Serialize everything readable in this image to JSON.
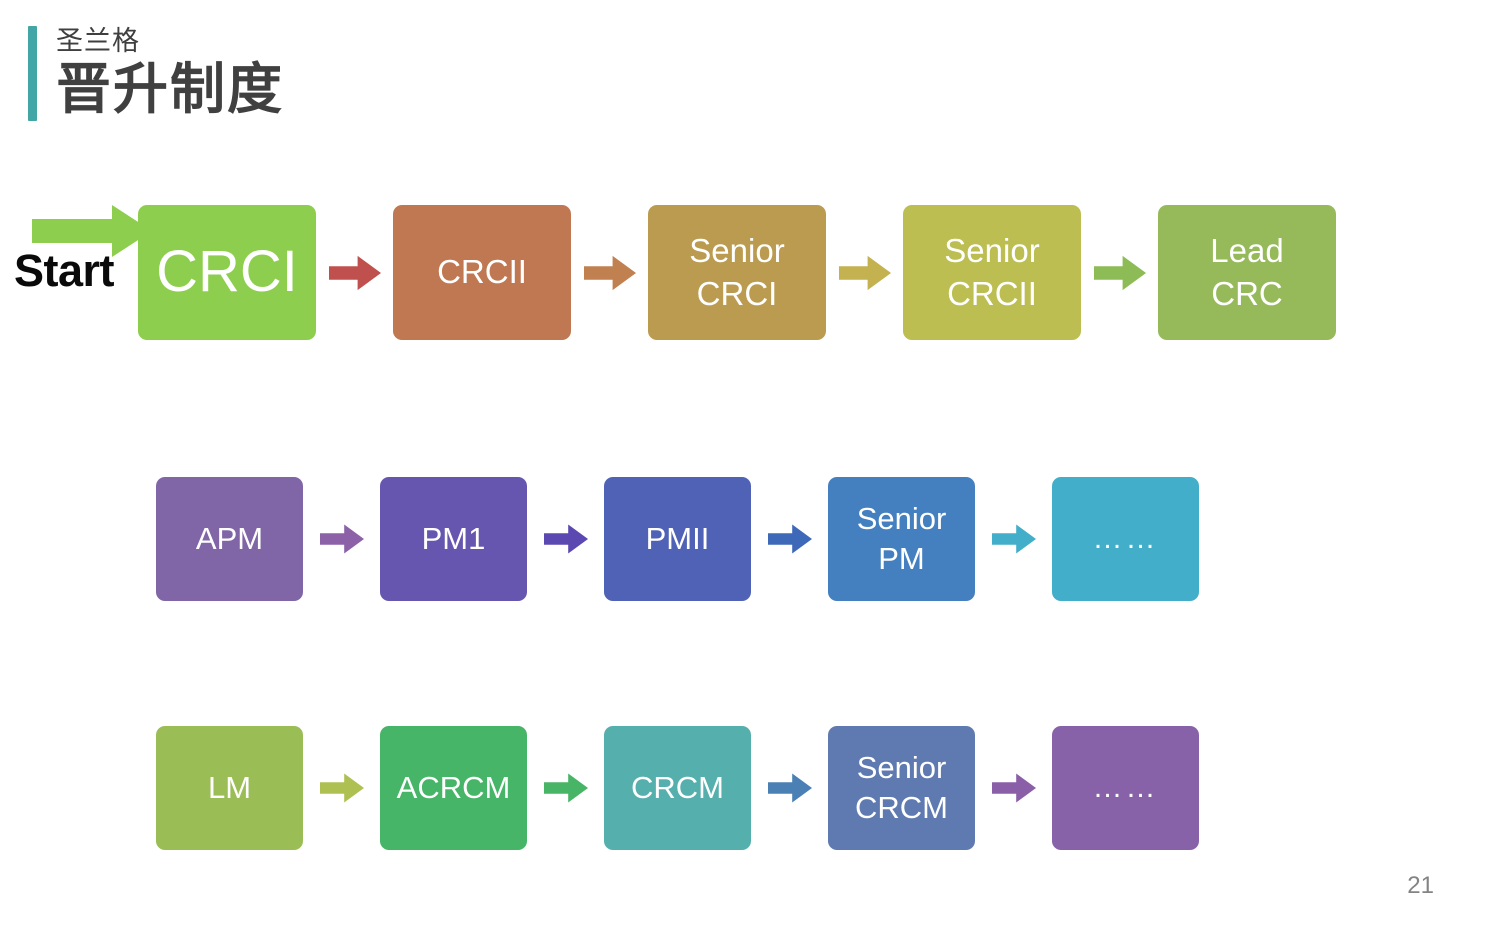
{
  "slide": {
    "header": {
      "accent_color": "#43A6A6",
      "subtitle": "圣兰格",
      "title": "晋升制度"
    },
    "page_number": "21",
    "start": {
      "label": "Start",
      "arrow_color": "#8DCE4E",
      "arrow_icon": "right-block-arrow-icon"
    },
    "rows": [
      {
        "id": "crc-track",
        "nodes": [
          {
            "label": "CRCI",
            "color": "#8DCE4E",
            "emphasis": true
          },
          {
            "label": "CRCII",
            "color": "#BF7852",
            "emphasis": false
          },
          {
            "label": "Senior\nCRCI",
            "color": "#BB9B50",
            "emphasis": false
          },
          {
            "label": "Senior\nCRCII",
            "color": "#BCBE51",
            "emphasis": false
          },
          {
            "label": "Lead\nCRC",
            "color": "#96BA5A",
            "emphasis": false
          }
        ],
        "arrows": [
          {
            "color": "#C0504D",
            "icon": "right-block-arrow-icon"
          },
          {
            "color": "#C08050",
            "icon": "right-block-arrow-icon"
          },
          {
            "color": "#C4B14F",
            "icon": "right-block-arrow-icon"
          },
          {
            "color": "#8DBB55",
            "icon": "right-block-arrow-icon"
          }
        ]
      },
      {
        "id": "pm-track",
        "nodes": [
          {
            "label": "APM",
            "color": "#8066A6",
            "emphasis": false
          },
          {
            "label": "PM1",
            "color": "#6756AF",
            "emphasis": false
          },
          {
            "label": "PMII",
            "color": "#4F62B5",
            "emphasis": false
          },
          {
            "label": "Senior\nPM",
            "color": "#4480C0",
            "emphasis": false
          },
          {
            "label": "……",
            "color": "#43AEC9",
            "emphasis": false,
            "is_dots": true
          }
        ],
        "arrows": [
          {
            "color": "#8C61A8",
            "icon": "right-block-arrow-icon"
          },
          {
            "color": "#5B48B0",
            "icon": "right-block-arrow-icon"
          },
          {
            "color": "#3E68B8",
            "icon": "right-block-arrow-icon"
          },
          {
            "color": "#43AEC9",
            "icon": "right-block-arrow-icon"
          }
        ]
      },
      {
        "id": "crcm-track",
        "nodes": [
          {
            "label": "LM",
            "color": "#9ABE55",
            "emphasis": false
          },
          {
            "label": "ACRCM",
            "color": "#46B567",
            "emphasis": false
          },
          {
            "label": "CRCM",
            "color": "#55AFAD",
            "emphasis": false
          },
          {
            "label": "Senior\nCRCM",
            "color": "#5F7AB0",
            "emphasis": false
          },
          {
            "label": "……",
            "color": "#8762A8",
            "emphasis": false,
            "is_dots": true
          }
        ],
        "arrows": [
          {
            "color": "#AFC052",
            "icon": "right-block-arrow-icon"
          },
          {
            "color": "#48B465",
            "icon": "right-block-arrow-icon"
          },
          {
            "color": "#4B80B4",
            "icon": "right-block-arrow-icon"
          },
          {
            "color": "#8B5FA8",
            "icon": "right-block-arrow-icon"
          }
        ]
      }
    ]
  }
}
